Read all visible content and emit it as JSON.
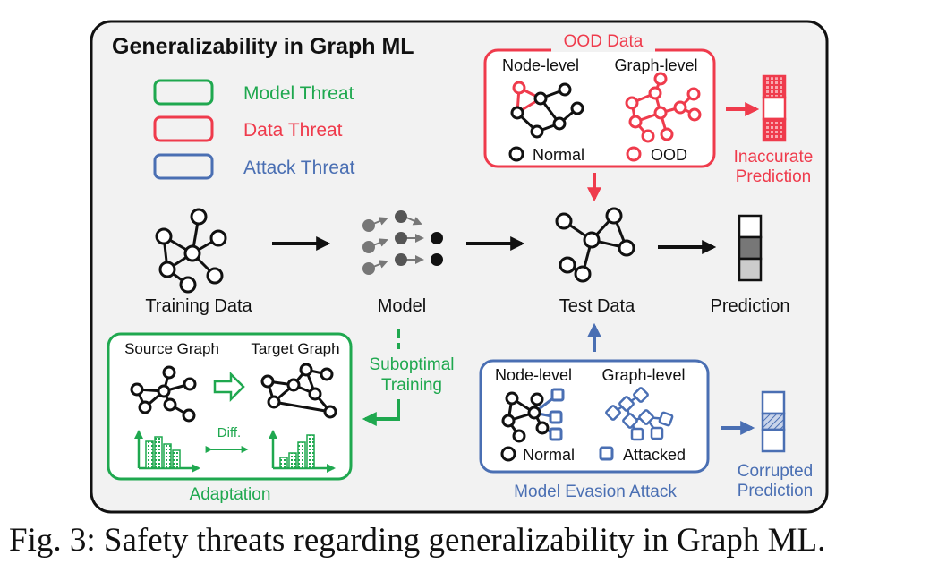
{
  "title": "Generalizability in Graph ML",
  "legend": [
    {
      "label": "Model Threat",
      "color": "#1fa84f"
    },
    {
      "label": "Data Threat",
      "color": "#ef3b4c"
    },
    {
      "label": "Attack Threat",
      "color": "#4a6fb3"
    }
  ],
  "colors": {
    "green": "#1fa84f",
    "red": "#ef3b4c",
    "blue": "#4a6fb3",
    "panel_bg": "#f2f2f2",
    "ink": "#111111"
  },
  "pipeline": {
    "training_data": "Training Data",
    "model": "Model",
    "test_data": "Test Data",
    "prediction": "Prediction"
  },
  "ood": {
    "title": "OOD Data",
    "node_level": "Node-level",
    "graph_level": "Graph-level",
    "normal": "Normal",
    "ood_label": "OOD",
    "result_line1": "Inaccurate",
    "result_line2": "Prediction"
  },
  "adaptation": {
    "source": "Source Graph",
    "target": "Target Graph",
    "diff": "Diff.",
    "label": "Adaptation",
    "suboptimal_line1": "Suboptimal",
    "suboptimal_line2": "Training"
  },
  "attack": {
    "node_level": "Node-level",
    "graph_level": "Graph-level",
    "normal": "Normal",
    "attacked": "Attacked",
    "label": "Model Evasion Attack",
    "result_line1": "Corrupted",
    "result_line2": "Prediction"
  },
  "caption": "Fig. 3: Safety threats regarding generalizability in Graph ML."
}
